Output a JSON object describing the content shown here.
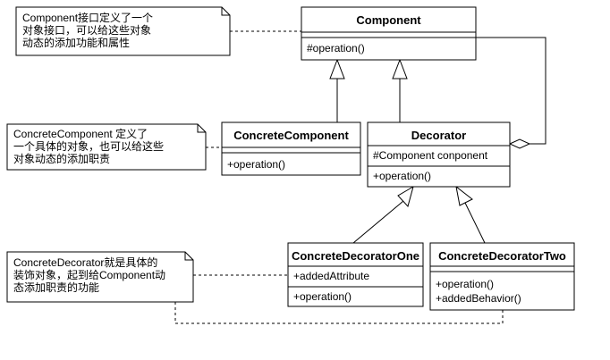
{
  "classes": {
    "component": {
      "name": "Component",
      "operations": [
        "#operation()"
      ]
    },
    "concrete_component": {
      "name": "ConcreteComponent",
      "operations": [
        "+operation()"
      ]
    },
    "decorator": {
      "name": "Decorator",
      "attributes": [
        "#Component conponent"
      ],
      "operations": [
        "+operation()"
      ]
    },
    "concrete_decorator_one": {
      "name": "ConcreteDecoratorOne",
      "attributes": [
        "+addedAttribute"
      ],
      "operations": [
        "+operation()"
      ]
    },
    "concrete_decorator_two": {
      "name": "ConcreteDecoratorTwo",
      "operations": [
        "+operation()",
        "+addedBehavior()"
      ]
    }
  },
  "notes": {
    "component_note": [
      "Component接口定义了一个",
      "对象接口，可以给这些对象",
      "动态的添加功能和属性"
    ],
    "concrete_component_note": [
      "ConcreteComponent 定义了",
      "一个具体的对象，也可以给这些",
      "对象动态的添加职责"
    ],
    "concrete_decorator_note": [
      "ConcreteDecorator就是具体的",
      "装饰对象，起到给Component动",
      "态添加职责的功能"
    ]
  }
}
